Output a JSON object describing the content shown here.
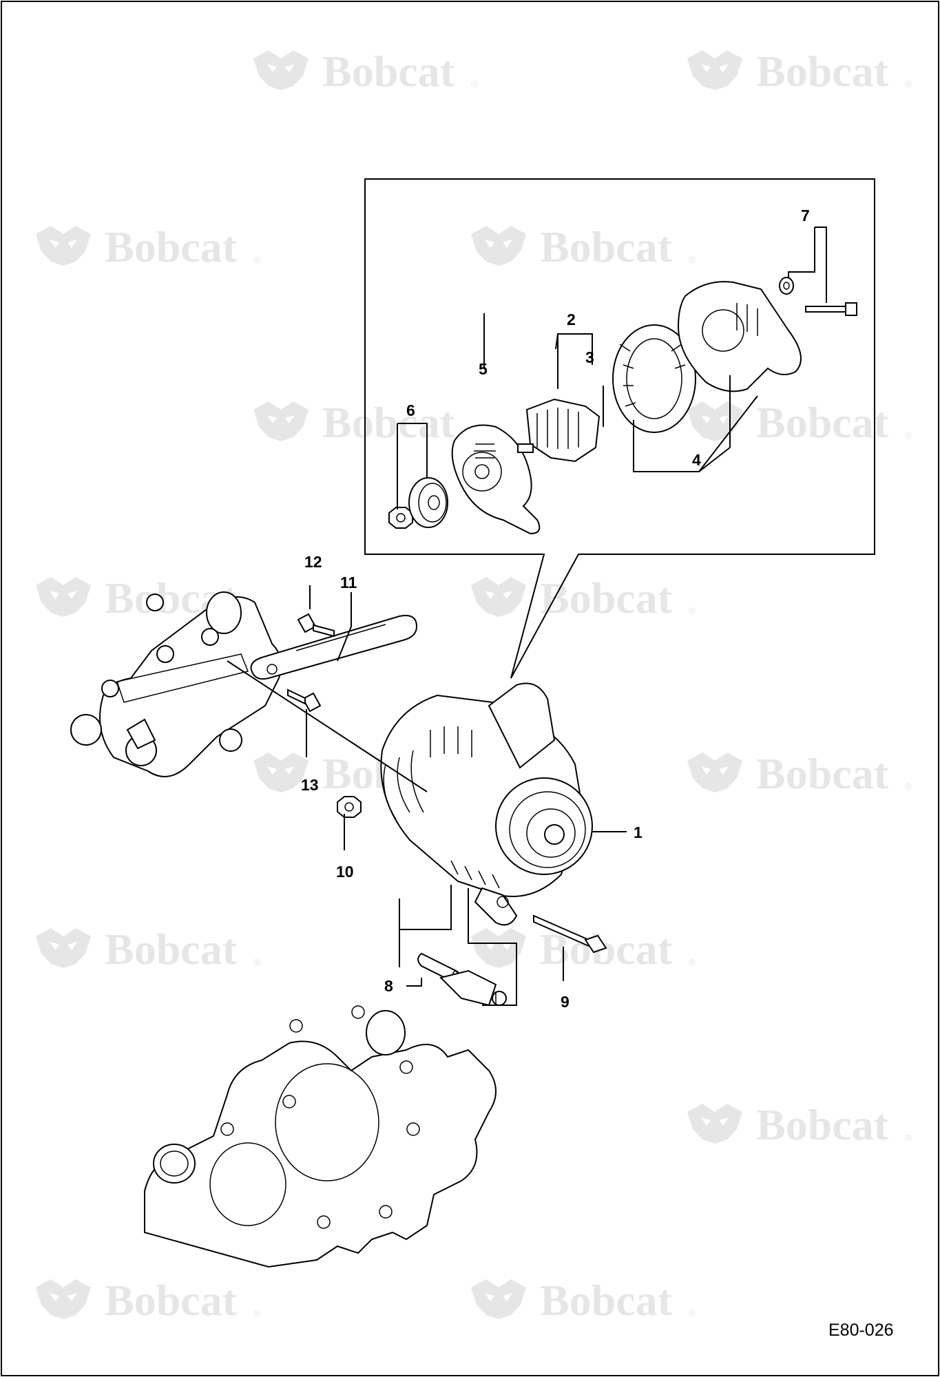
{
  "watermark": {
    "text": "Bobcat",
    "registered": "®"
  },
  "callouts": {
    "c1": "1",
    "c2": "2",
    "c3": "3",
    "c4": "4",
    "c5": "5",
    "c6": "6",
    "c7": "7",
    "c8": "8",
    "c9": "9",
    "c10": "10",
    "c11": "11",
    "c12": "12",
    "c13": "13"
  },
  "figure_ref": "E80-026"
}
